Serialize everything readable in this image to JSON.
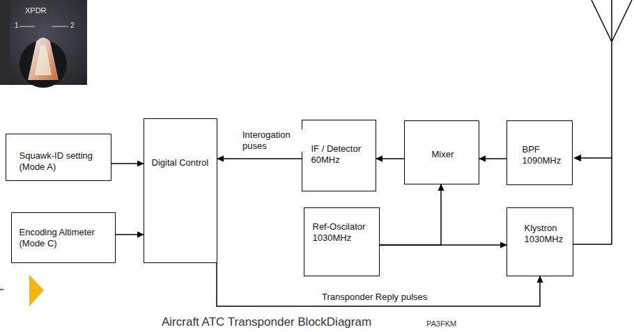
{
  "diagram": {
    "caption": "Aircraft ATC Transponder BlockDiagram",
    "nodes": [
      {
        "text": [
          "Squawk-ID setting (Mode A)"
        ]
      },
      {
        "text": [
          "Encoding Altimeter (Mode C)"
        ]
      },
      {
        "text": [
          "Digital Control"
        ]
      },
      {
        "text": [
          "IF / Detector 60MHz"
        ]
      },
      {
        "text": [
          "Mixer"
        ]
      },
      {
        "text": [
          "BPF 1090MHz"
        ]
      },
      {
        "text": [
          "Ref-Oscilator 1030MHz"
        ]
      },
      {
        "text": [
          "Klystron 1030MHz"
        ]
      }
    ],
    "edges": [
      {
        "from": 0,
        "to": 2,
        "arrow": "to"
      },
      {
        "from": 1,
        "to": 2,
        "arrow": "to"
      },
      {
        "from": 3,
        "to": 2,
        "label": "Interogation puses",
        "arrow": "to"
      },
      {
        "from": 4,
        "to": 3,
        "arrow": "to"
      },
      {
        "from": 5,
        "to": 4,
        "arrow": "to"
      },
      {
        "from": 6,
        "to": 4,
        "arrow": "to"
      },
      {
        "from": 6,
        "to": 7,
        "arrow": "to"
      },
      {
        "from": 2,
        "to": 7,
        "label": "Transponder Reply pulses",
        "arrow": "to"
      }
    ],
    "labels": [
      "XPDR",
      "1",
      "2",
      "PA3FKM"
    ]
  }
}
